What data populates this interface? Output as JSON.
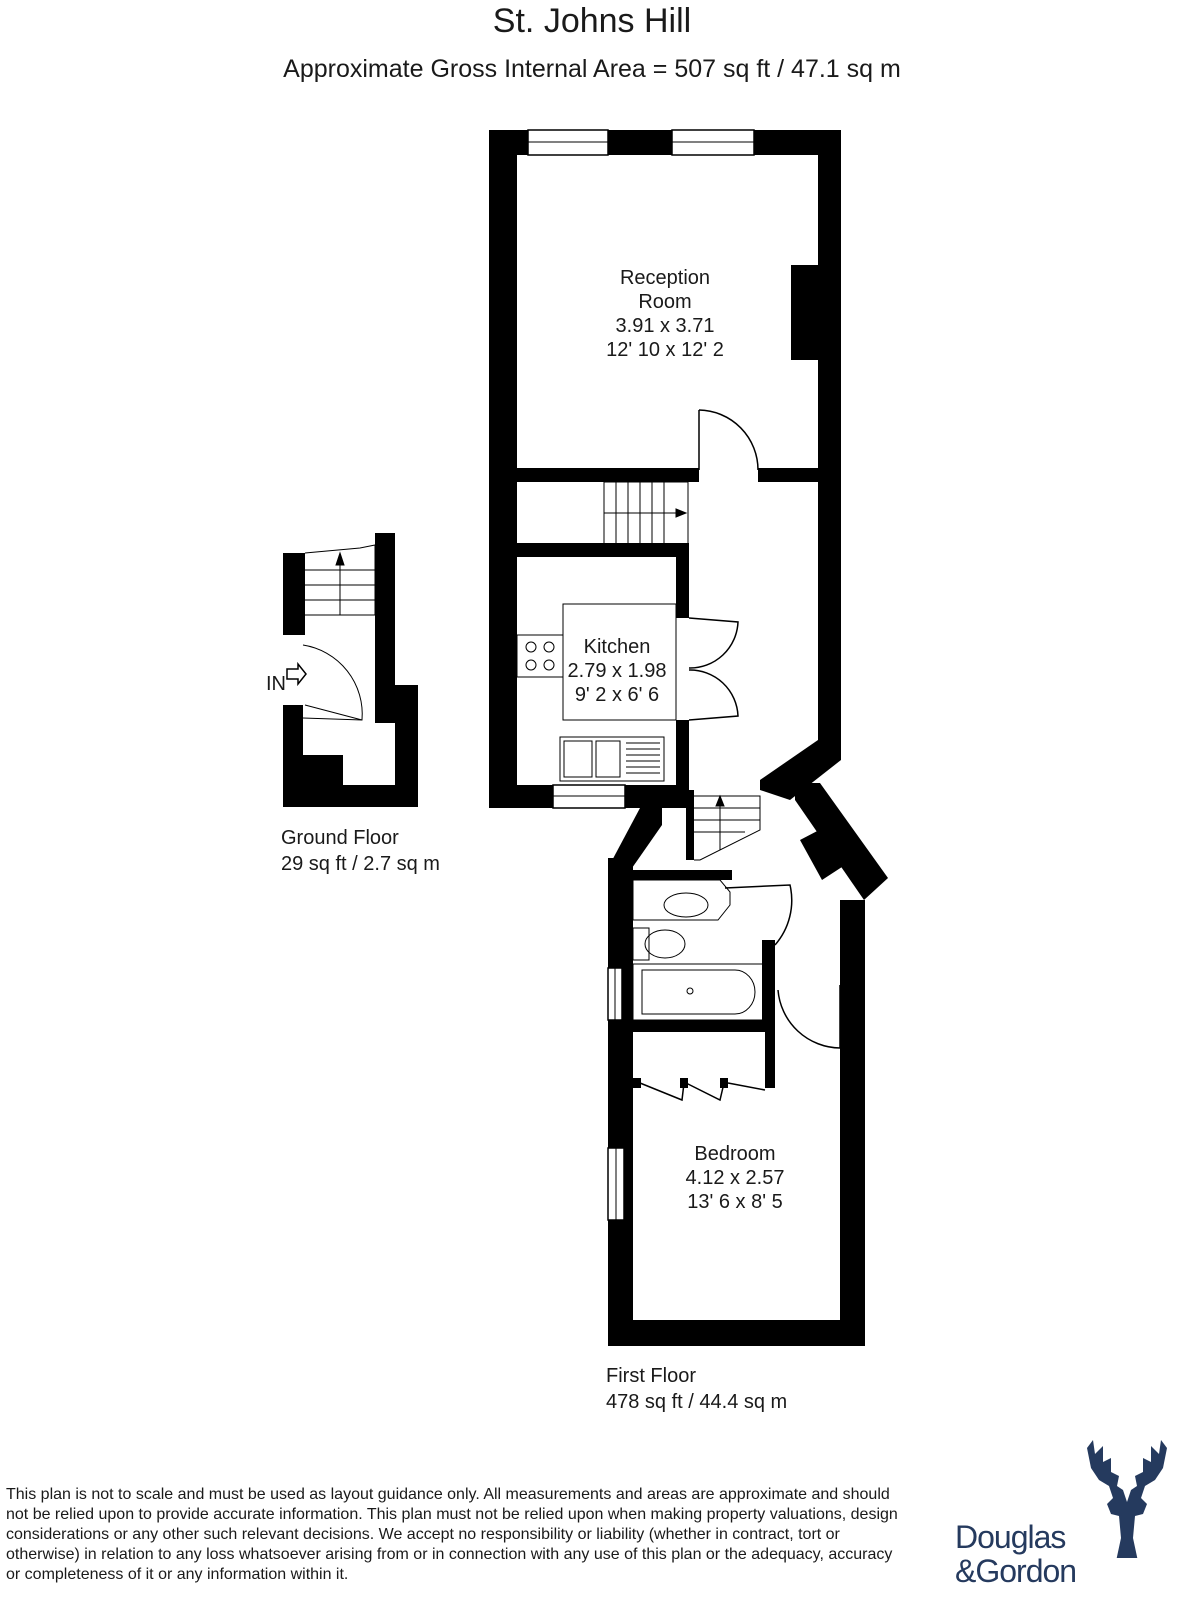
{
  "header": {
    "title": "St. Johns Hill",
    "subtitle": "Approximate Gross Internal Area = 507 sq ft / 47.1 sq m"
  },
  "rooms": {
    "reception": {
      "name_line1": "Reception",
      "name_line2": "Room",
      "metric": "3.91 x 3.71",
      "imperial": "12' 10 x 12' 2"
    },
    "kitchen": {
      "name": "Kitchen",
      "metric": "2.79 x 1.98",
      "imperial": "9' 2 x 6' 6"
    },
    "bedroom": {
      "name": "Bedroom",
      "metric": "4.12 x 2.57",
      "imperial": "13' 6 x 8' 5"
    }
  },
  "floors": {
    "ground": {
      "name": "Ground Floor",
      "area": "29 sq ft / 2.7 sq m"
    },
    "first": {
      "name": "First Floor",
      "area": "478 sq ft / 44.4 sq m"
    }
  },
  "entrance": {
    "label": "IN"
  },
  "disclaimer": "This plan is not to scale and must be used as layout guidance only. All measurements and areas are approximate and should not be relied upon to provide accurate information. This plan must not be relied upon when making property valuations, design considerations or any other such relevant decisions. We accept no responsibility or liability (whether in contract, tort or otherwise) in relation to any loss whatsoever arising from or in connection with any use of this plan or the adequacy, accuracy or completeness of it or any information within it.",
  "logo": {
    "line1": "Douglas",
    "line2": "&Gordon",
    "icon": "stag-icon",
    "color": "#253a5e"
  },
  "colors": {
    "wall": "#000000",
    "background": "#ffffff"
  }
}
